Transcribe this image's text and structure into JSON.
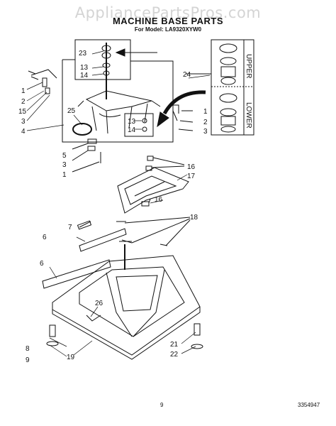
{
  "watermark": "AppliancePartsPros.com",
  "title": "MACHINE BASE PARTS",
  "subtitle": "For Model: LA9320XYW0",
  "side_panel": {
    "upper": "UPPER",
    "lower": "LOWER"
  },
  "callouts": {
    "c23": "23",
    "c13a": "13",
    "c14a": "14",
    "c1a": "1",
    "c2a": "2",
    "c15": "15",
    "c3a": "3",
    "c25": "25",
    "c4": "4",
    "c24": "24",
    "c1b": "1",
    "c2b": "2",
    "c3b": "3",
    "c13b": "13",
    "c14b": "14",
    "c5": "5",
    "c3c": "3",
    "c1c": "1",
    "c16a": "16",
    "c17": "17",
    "c16b": "16",
    "c7": "7",
    "c18": "18",
    "c6a": "6",
    "c6b": "6",
    "c26": "26",
    "c8": "8",
    "c9": "9",
    "c19": "19",
    "c21": "21",
    "c22": "22"
  },
  "footer": {
    "page": "9",
    "doc_number": "3354947"
  }
}
